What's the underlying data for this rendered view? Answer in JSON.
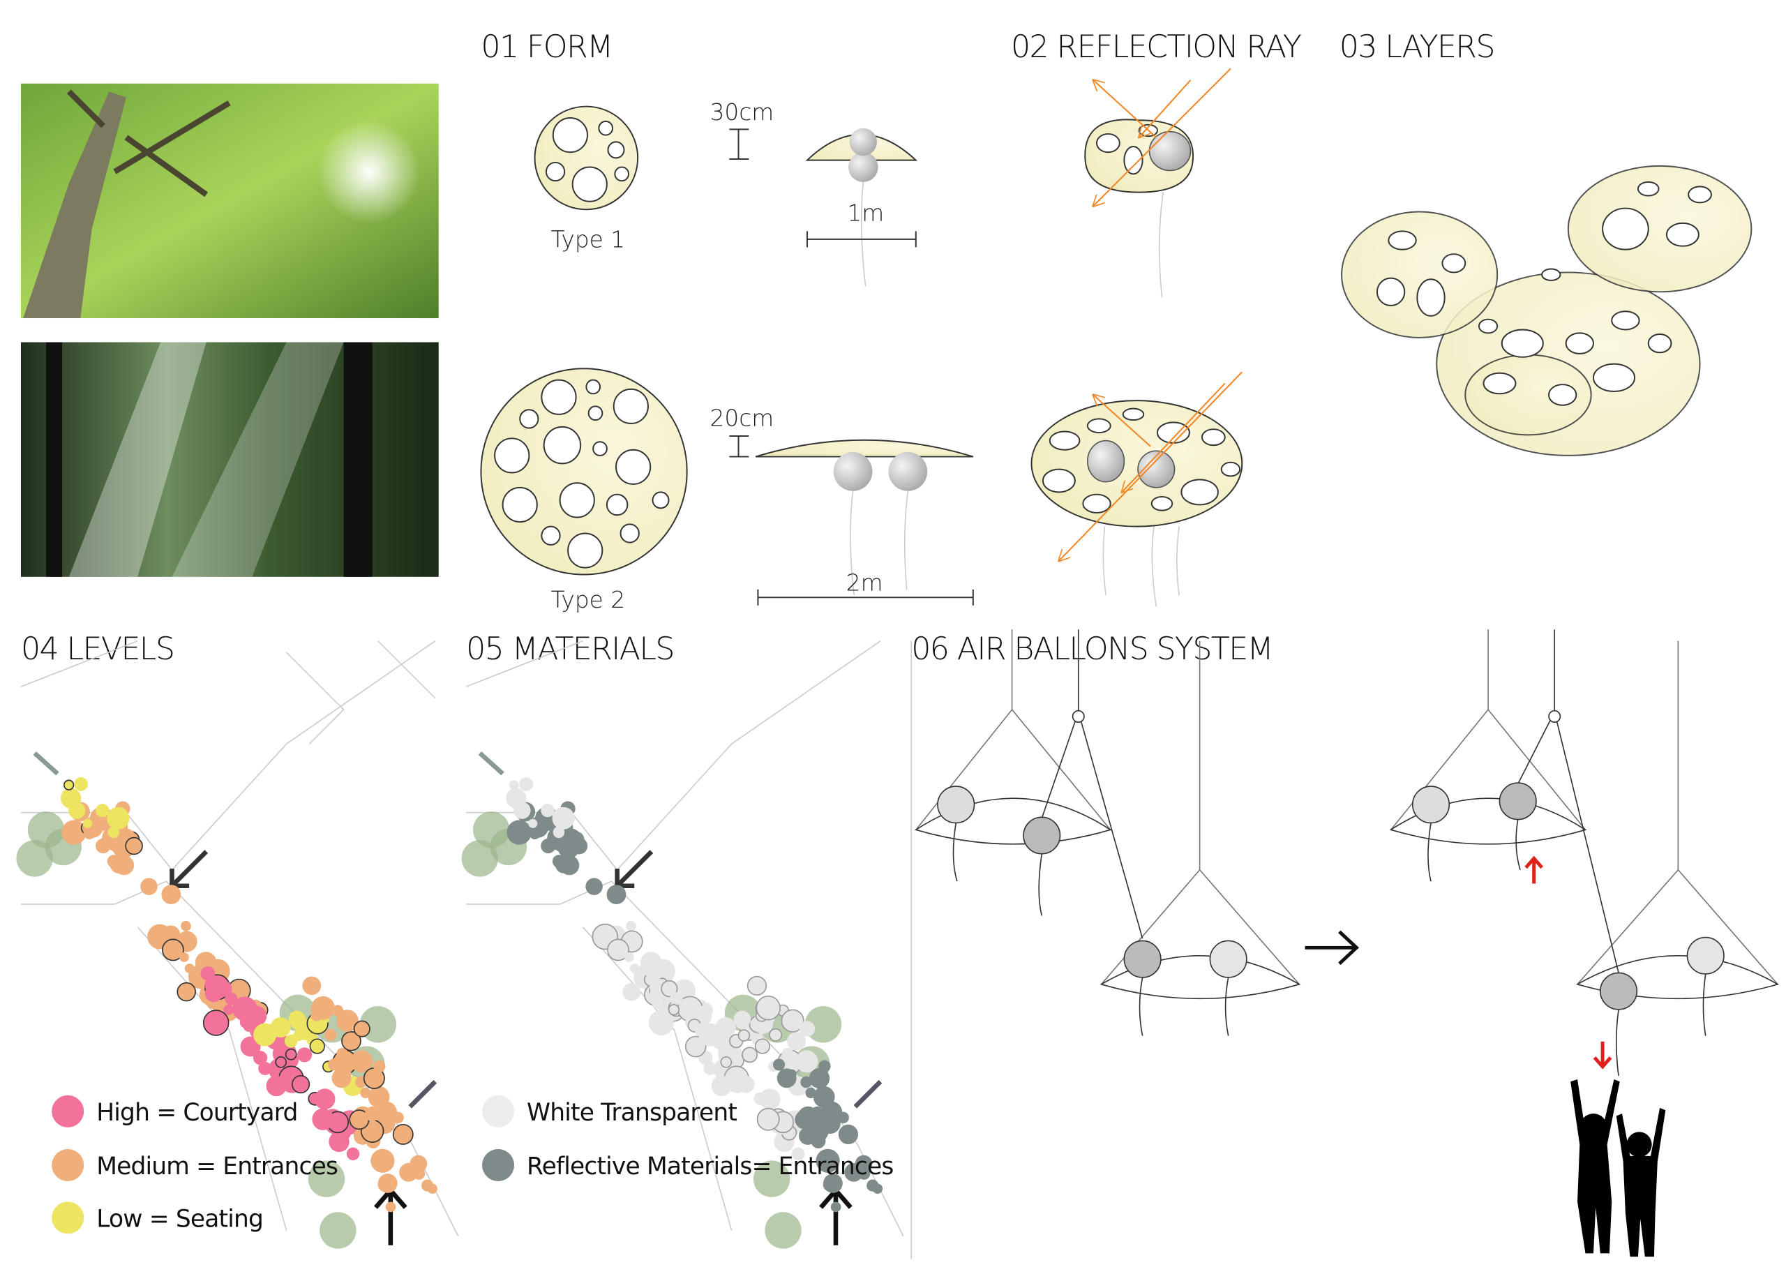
{
  "sections": {
    "form": "01 FORM",
    "reflection": "02 REFLECTION RAY",
    "layers": "03 LAYERS",
    "levels": "04 LEVELS",
    "materials": "05 MATERIALS",
    "balloons": "06 AIR BALLONS SYSTEM"
  },
  "form": {
    "type1": "Type 1",
    "type2": "Type 2",
    "height1": "30cm",
    "height2": "20cm",
    "width1": "1m",
    "width2": "2m"
  },
  "levels_legend": [
    {
      "label": "High = Courtyard",
      "color": "#f2729a"
    },
    {
      "label": "Medium = Entrances",
      "color": "#efae7a"
    },
    {
      "label": "Low = Seating",
      "color": "#ede562"
    }
  ],
  "materials_legend": [
    {
      "label": "White Transparent",
      "color": "#ececec"
    },
    {
      "label": "Reflective Materials= Entrances",
      "color": "#7f8b8a"
    }
  ],
  "colors": {
    "ray": "#f08a2c",
    "dome": "#f6f3cf",
    "lift_arrow": "#e0201a"
  }
}
